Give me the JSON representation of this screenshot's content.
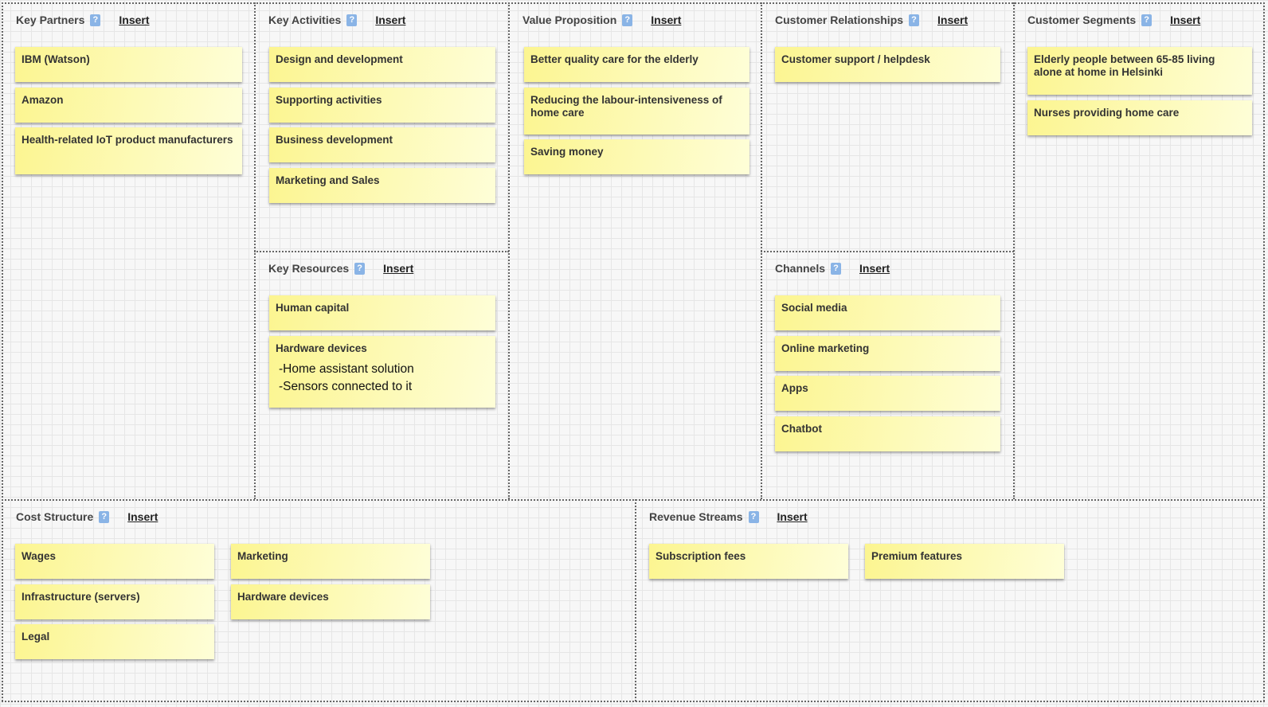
{
  "insert_label": "Insert",
  "help_glyph": "?",
  "colors": {
    "note": "#fcf590",
    "note_light": "#fefed8",
    "help_icon": "#8ab4e6",
    "grid": "#e6e6e6",
    "border": "#666666"
  },
  "sections": {
    "key_partners": {
      "title": "Key Partners",
      "notes": [
        {
          "title": "IBM (Watson)"
        },
        {
          "title": "Amazon"
        },
        {
          "title": "Health-related IoT product manufacturers"
        }
      ]
    },
    "key_activities": {
      "title": "Key Activities",
      "notes": [
        {
          "title": "Design and development"
        },
        {
          "title": "Supporting activities"
        },
        {
          "title": "Business development"
        },
        {
          "title": "Marketing and Sales"
        }
      ]
    },
    "key_resources": {
      "title": "Key Resources",
      "notes": [
        {
          "title": "Human capital"
        },
        {
          "title": "Hardware devices",
          "body": [
            "-Home assistant solution",
            "-Sensors connected to it"
          ]
        }
      ]
    },
    "value_proposition": {
      "title": "Value Proposition",
      "notes": [
        {
          "title": "Better quality care for the elderly"
        },
        {
          "title": "Reducing the labour-intensiveness of home care"
        },
        {
          "title": "Saving money"
        }
      ]
    },
    "customer_relationships": {
      "title": "Customer Relationships",
      "notes": [
        {
          "title": "Customer support / helpdesk"
        }
      ]
    },
    "channels": {
      "title": "Channels",
      "notes": [
        {
          "title": "Social media"
        },
        {
          "title": "Online marketing"
        },
        {
          "title": "Apps"
        },
        {
          "title": "Chatbot"
        }
      ]
    },
    "customer_segments": {
      "title": "Customer Segments",
      "notes": [
        {
          "title": "Elderly people between 65-85 living alone at home in Helsinki"
        },
        {
          "title": "Nurses providing home care"
        }
      ]
    },
    "cost_structure": {
      "title": "Cost Structure",
      "notes": [
        {
          "title": "Wages"
        },
        {
          "title": "Infrastructure (servers)"
        },
        {
          "title": "Legal"
        },
        {
          "title": "Marketing"
        },
        {
          "title": "Hardware devices"
        }
      ]
    },
    "revenue_streams": {
      "title": "Revenue Streams",
      "notes": [
        {
          "title": "Subscription fees"
        },
        {
          "title": "Premium features"
        }
      ]
    }
  }
}
